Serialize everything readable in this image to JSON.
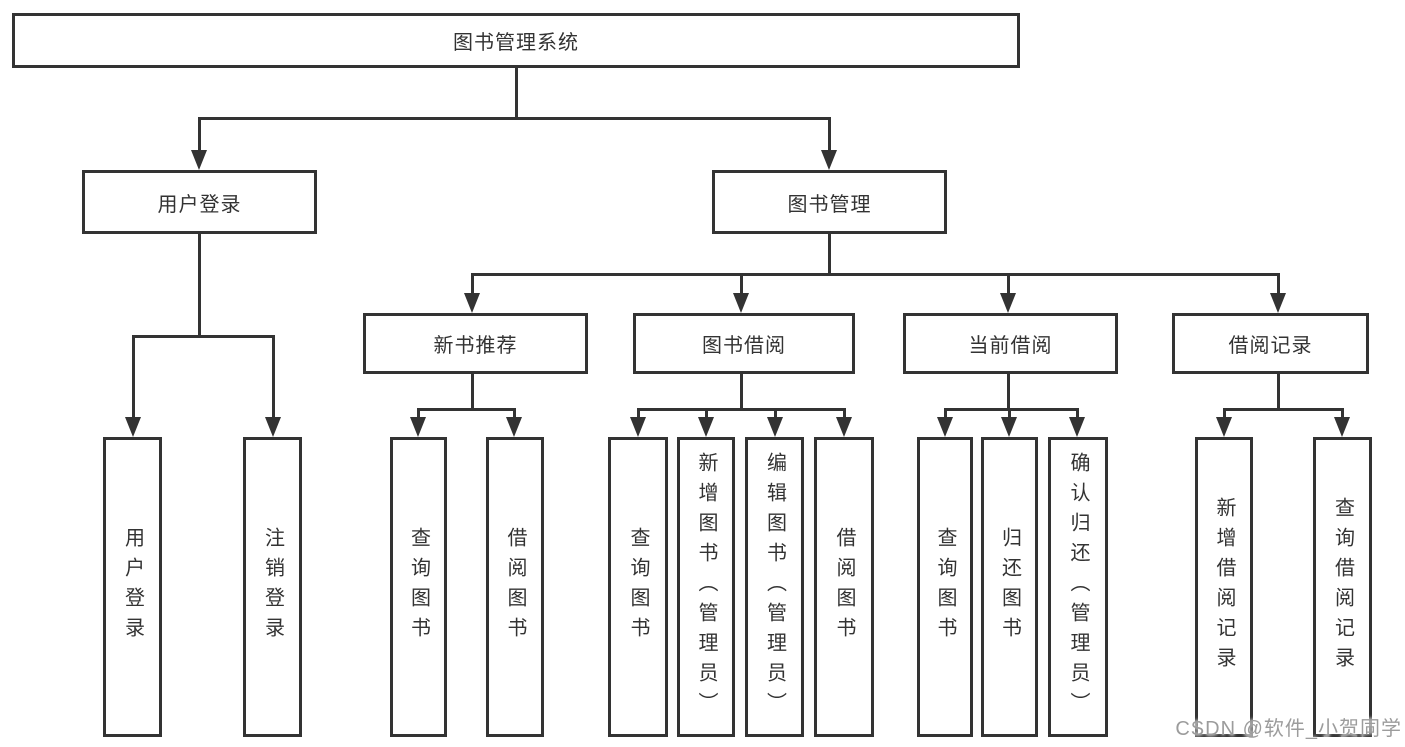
{
  "diagram": {
    "type": "tree",
    "root": {
      "label": "图书管理系统"
    },
    "level1": [
      {
        "label": "用户登录"
      },
      {
        "label": "图书管理"
      }
    ],
    "level2": [
      {
        "label": "新书推荐",
        "parent": "图书管理"
      },
      {
        "label": "图书借阅",
        "parent": "图书管理"
      },
      {
        "label": "当前借阅",
        "parent": "图书管理"
      },
      {
        "label": "借阅记录",
        "parent": "图书管理"
      }
    ],
    "leaves": [
      {
        "label": "用户登录",
        "parent": "用户登录"
      },
      {
        "label": "注销登录",
        "parent": "用户登录"
      },
      {
        "label": "查询图书",
        "parent": "新书推荐"
      },
      {
        "label": "借阅图书",
        "parent": "新书推荐"
      },
      {
        "label": "查询图书",
        "parent": "图书借阅"
      },
      {
        "label": "新增图书（管理员）",
        "parent": "图书借阅"
      },
      {
        "label": "编辑图书（管理员）",
        "parent": "图书借阅"
      },
      {
        "label": "借阅图书",
        "parent": "图书借阅"
      },
      {
        "label": "查询图书",
        "parent": "当前借阅"
      },
      {
        "label": "归还图书",
        "parent": "当前借阅"
      },
      {
        "label": "确认归还（管理员）",
        "parent": "当前借阅"
      },
      {
        "label": "新增借阅记录",
        "parent": "借阅记录"
      },
      {
        "label": "查询借阅记录",
        "parent": "借阅记录"
      }
    ]
  },
  "watermark": {
    "text": "CSDN @软件_小贺同学"
  },
  "colors": {
    "line": "#333333",
    "text": "#333333",
    "background": "#ffffff",
    "watermark": "#9c9c9c"
  }
}
